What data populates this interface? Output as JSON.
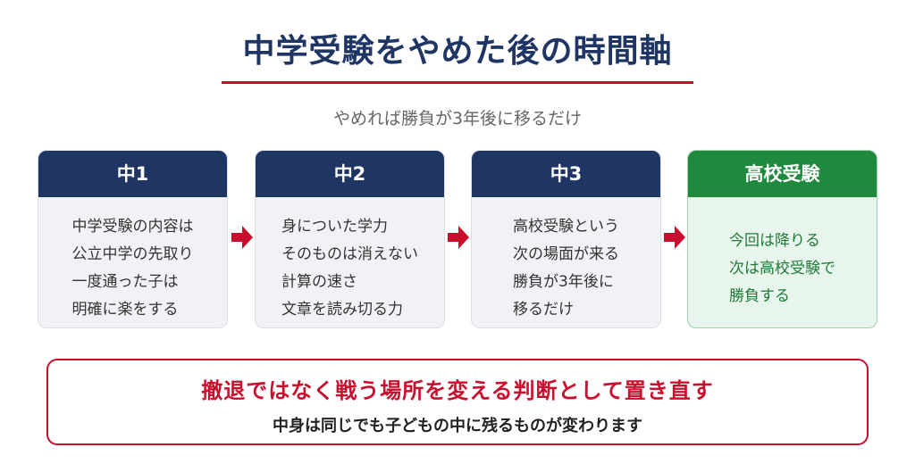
{
  "title": "中学受験をやめた後の時間軸",
  "subtitle": "やめれば勝負が3年後に移るだけ",
  "steps": [
    {
      "label": "中1",
      "lines": [
        "中学受験の内容は",
        "公立中学の先取り",
        "一度通った子は",
        "明確に楽をする"
      ]
    },
    {
      "label": "中2",
      "lines": [
        "身についた学力",
        "そのものは消えない",
        "計算の速さ",
        "文章を読み切る力"
      ]
    },
    {
      "label": "中3",
      "lines": [
        "高校受験という",
        "次の場面が来る",
        "勝負が3年後に",
        "移るだけ"
      ]
    },
    {
      "label": "高校受験",
      "lines": [
        "今回は降りる",
        "次は高校受験で",
        "勝負する"
      ]
    }
  ],
  "conclusion": {
    "main": "撤退ではなく戦う場所を変える判断として置き直す",
    "sub": "中身は同じでも子どもの中に残るものが変わります"
  },
  "colors": {
    "navy": "#1f3563",
    "accent_red": "#c8102e",
    "green": "#1f8a3d",
    "card_bg": "#f1f2f5",
    "green_bg": "#e8f5ec"
  },
  "icons": [
    "arrow-right-icon"
  ]
}
